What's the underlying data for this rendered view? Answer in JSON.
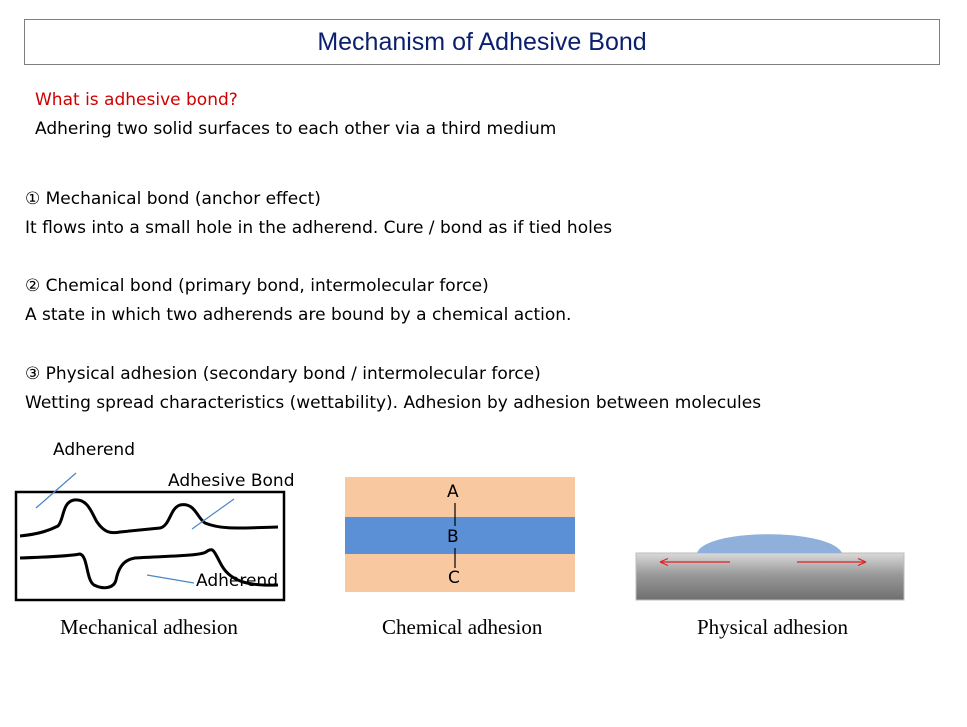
{
  "title": "Mechanism of Adhesive Bond",
  "intro": {
    "question": "What is adhesive bond?",
    "answer": "Adhering two solid surfaces to each other via a third medium"
  },
  "items": [
    {
      "heading": "① Mechanical bond (anchor effect)",
      "body": "It flows into a small hole in the adherend. Cure / bond as if tied holes"
    },
    {
      "heading": "② Chemical bond (primary bond, intermolecular force)",
      "body": "A state in which two adherends are bound by a chemical action."
    },
    {
      "heading": "③ Physical adhesion (secondary bond / intermolecular force)",
      "body": "Wetting spread characteristics (wettability). Adhesion by adhesion between molecules"
    }
  ],
  "mechanical": {
    "label_adherend_top": "Adherend",
    "label_adhesive": "Adhesive Bond",
    "label_adherend_bottom": "Adherend",
    "caption": "Mechanical adhesion"
  },
  "chemical": {
    "layer_a": "A",
    "layer_b": "B",
    "layer_c": "C",
    "caption": "Chemical adhesion",
    "colors": {
      "outer": "#f8c8a0",
      "middle": "#5b8fd6"
    }
  },
  "physical": {
    "caption": "Physical adhesion",
    "colors": {
      "droplet": "#8fb0db",
      "arrow": "#e02020"
    }
  }
}
